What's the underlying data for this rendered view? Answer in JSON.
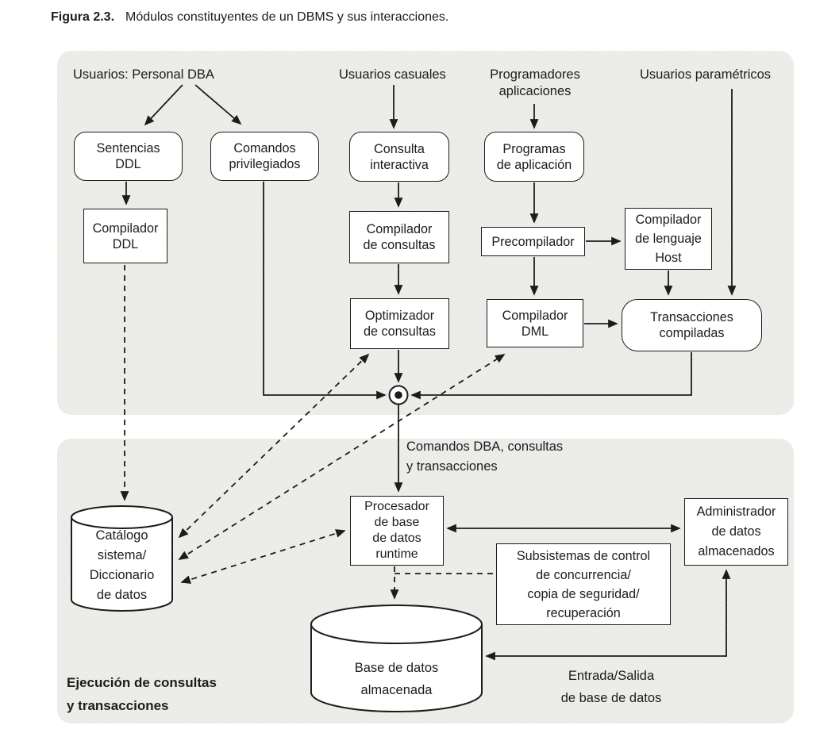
{
  "caption": {
    "label": "Figura 2.3.",
    "text": "Módulos constituyentes de un DBMS y sus interacciones."
  },
  "actors": {
    "dba": "Usuarios: Personal DBA",
    "casuales": "Usuarios casuales",
    "programadores": "Programadores\naplicaciones",
    "parametricos": "Usuarios paramétricos"
  },
  "nodes": {
    "sentencias_ddl": "Sentencias\nDDL",
    "comandos_privilegiados": "Comandos\nprivilegiados",
    "consulta_interactiva": "Consulta\ninteractiva",
    "programas_aplicacion": "Programas\nde aplicación",
    "compilador_ddl": "Compilador\nDDL",
    "compilador_consultas": "Compilador\nde consultas",
    "precompilador": "Precompilador",
    "compilador_host": "Compilador\nde lenguaje\nHost",
    "optimizador_consultas": "Optimizador\nde consultas",
    "compilador_dml": "Compilador\nDML",
    "transacciones_compiladas": "Transacciones\ncompiladas",
    "procesador_runtime": "Procesador\nde base\nde datos\nruntime",
    "administrador_datos": "Administrador\nde datos\nalmacenados",
    "subsistemas": "Subsistemas de control\nde concurrencia/\ncopia de seguridad/\nrecuperación"
  },
  "stores": {
    "catalogo": "Catálogo\nsistema/\nDiccionario\nde datos",
    "base_datos": "Base de datos\nalmacenada"
  },
  "edge_labels": {
    "comandos_dba": "Comandos DBA, consultas\ny transacciones",
    "entrada_salida": "Entrada/Salida\nde base de datos",
    "ejecucion": "Ejecución de consultas\ny transacciones"
  },
  "colors": {
    "line": "#1c1c1c",
    "band": "#e9e9e6",
    "node_fill": "#ffffff"
  }
}
